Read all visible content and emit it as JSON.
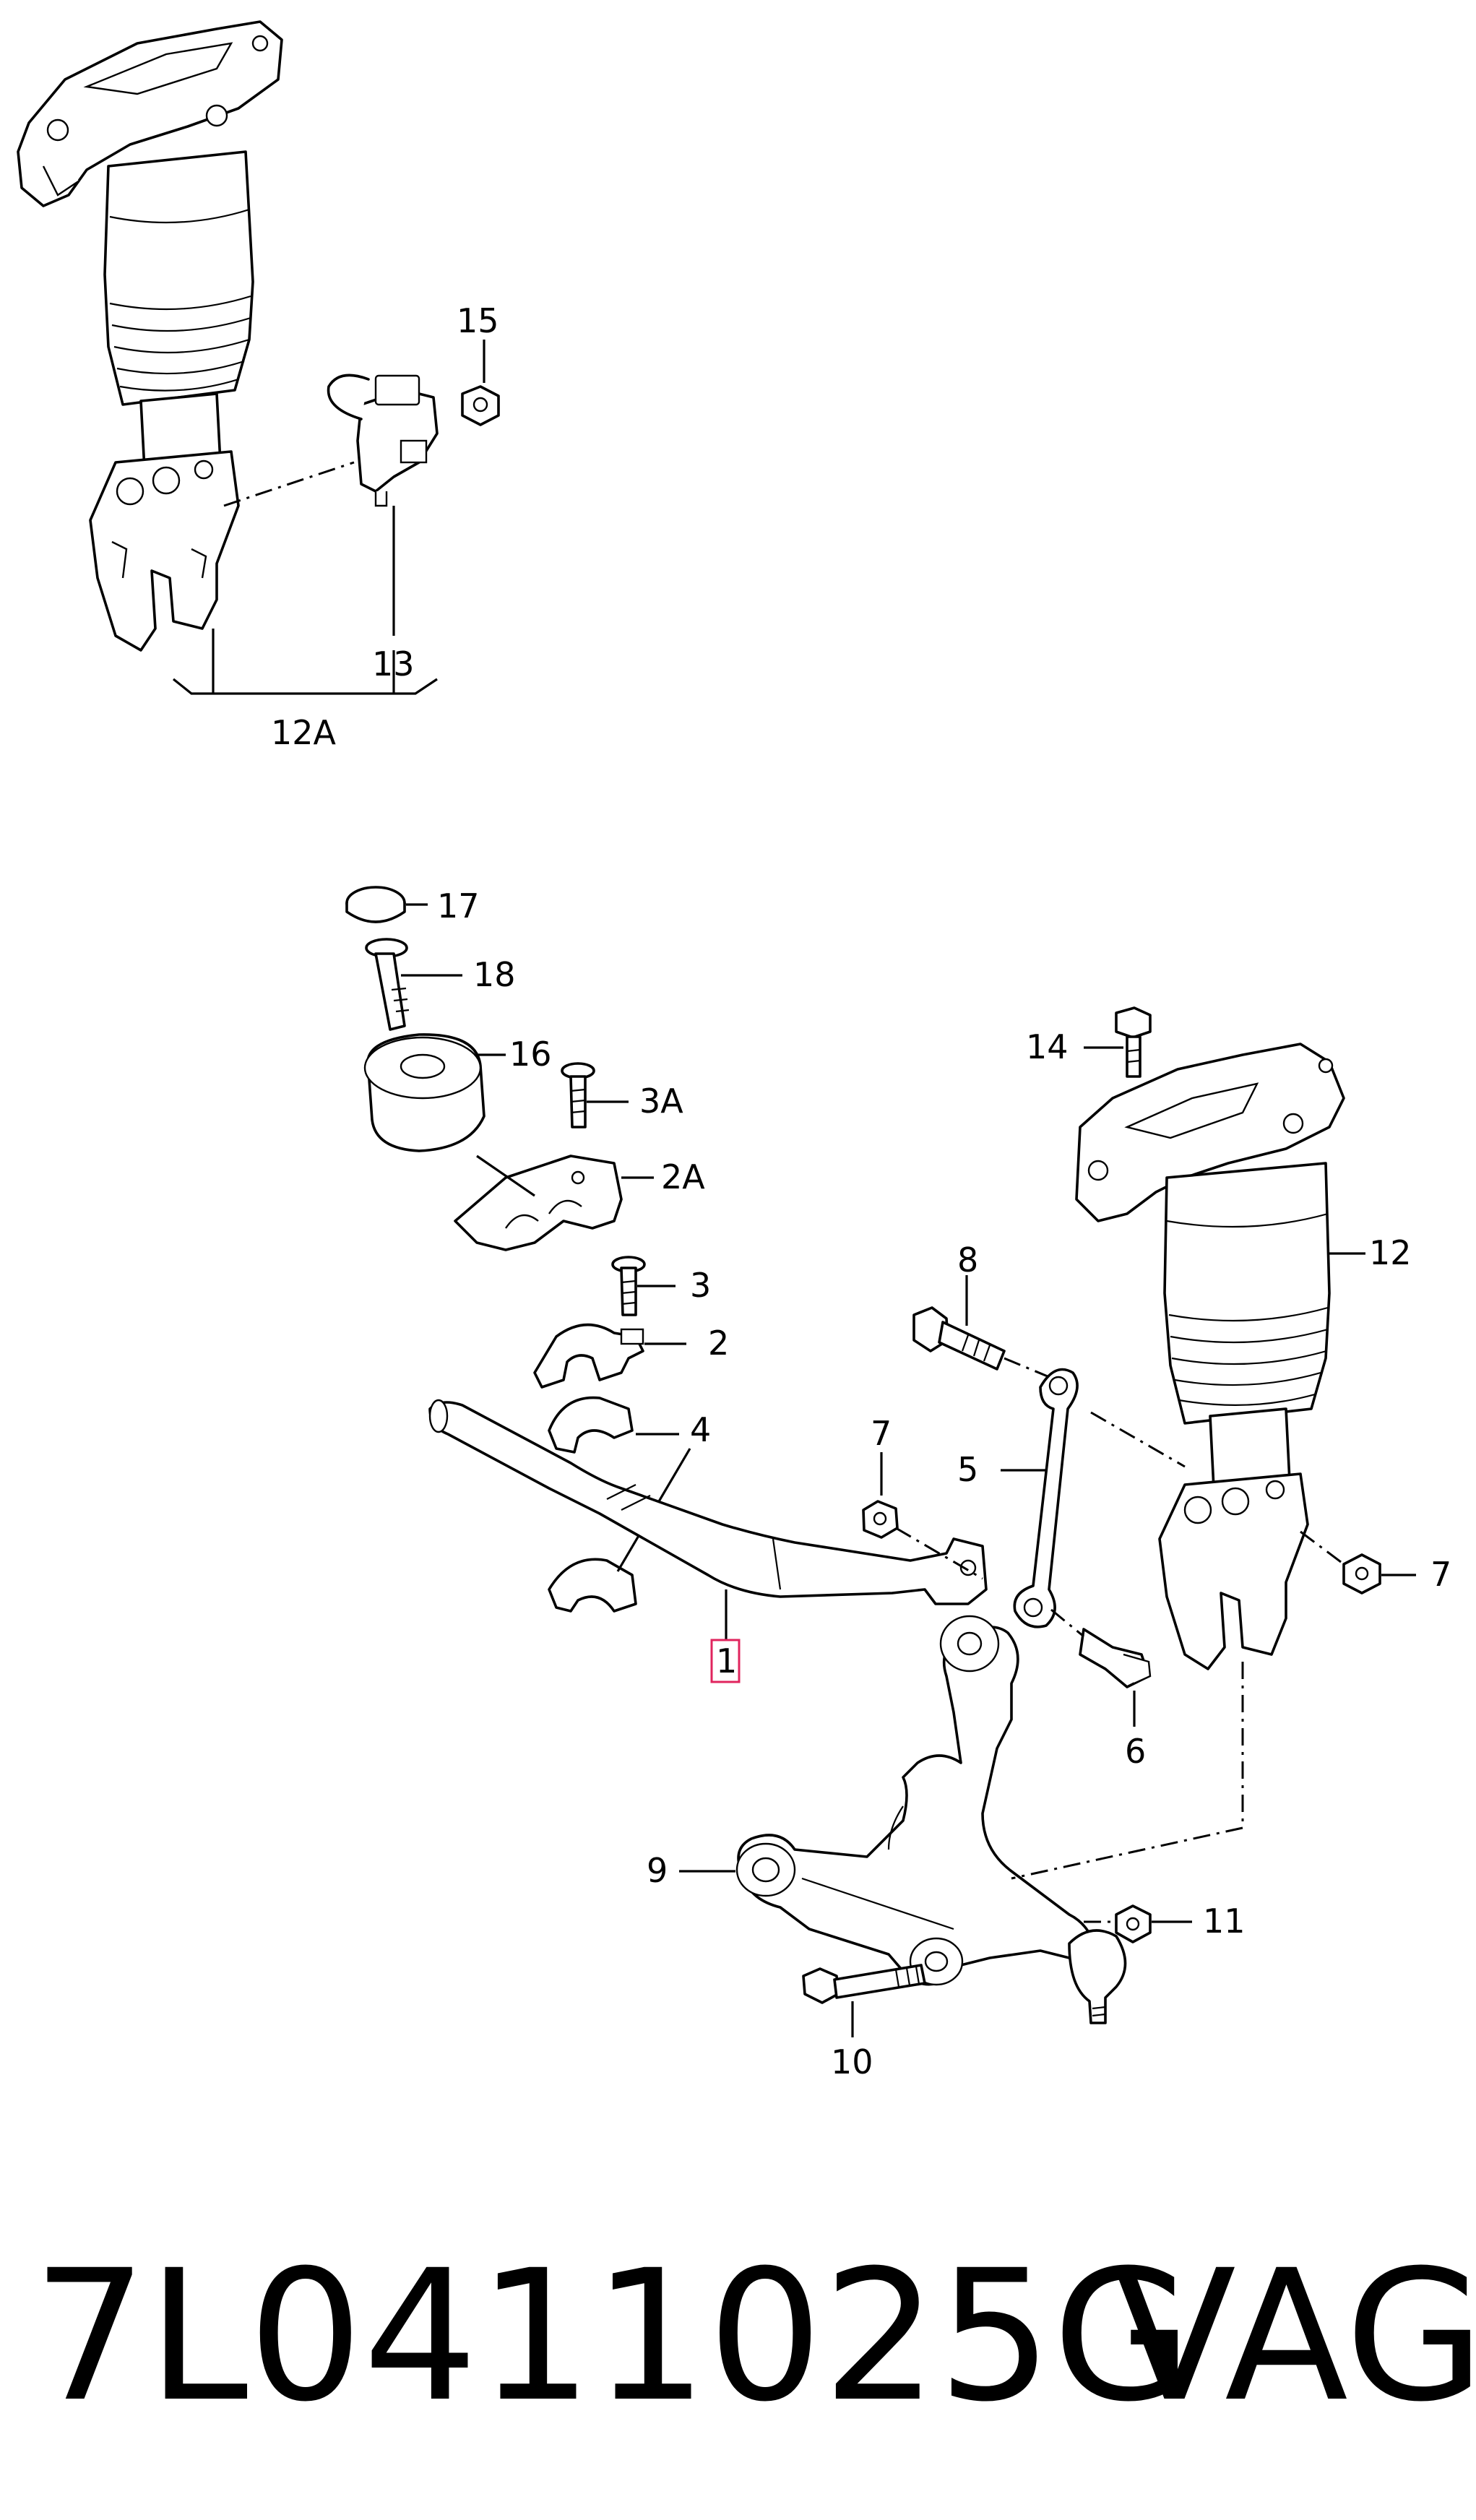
{
  "callouts": {
    "c15": "15",
    "c13": "13",
    "c12A": "12A",
    "c17": "17",
    "c18": "18",
    "c16": "16",
    "c3A": "3A",
    "c2A": "2A",
    "c14": "14",
    "c12": "12",
    "c8": "8",
    "c3": "3",
    "c2": "2",
    "c4": "4",
    "c7a": "7",
    "c5": "5",
    "c7b": "7",
    "c1": "1",
    "c6": "6",
    "c9": "9",
    "c11": "11",
    "c10": "10"
  },
  "footer": {
    "part_number": "7L0411025G",
    "brand": "VAG"
  },
  "colors": {
    "ink": "#000000",
    "highlight_box": "#e0245e",
    "background": "#ffffff"
  }
}
